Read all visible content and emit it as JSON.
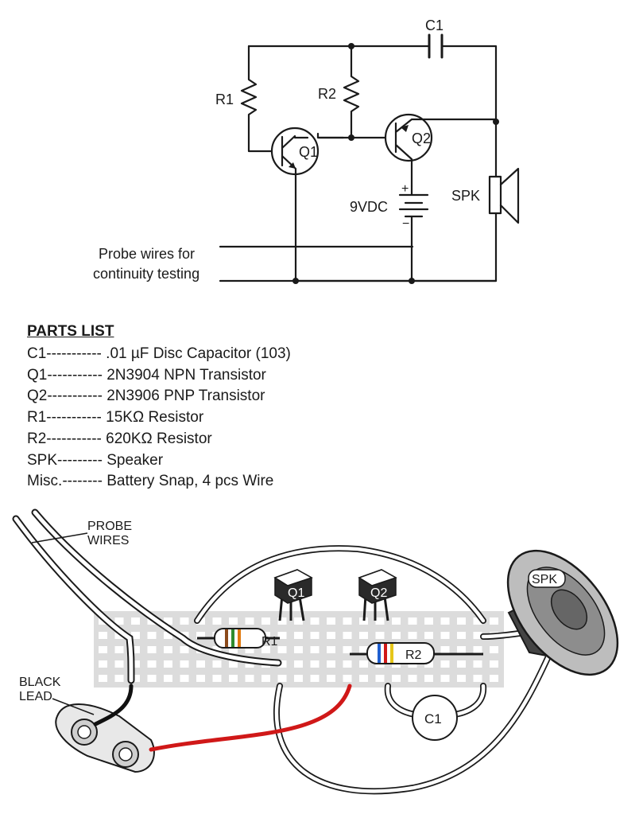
{
  "schematic": {
    "labels": {
      "c1": "C1",
      "r1": "R1",
      "r2": "R2",
      "q1": "Q1",
      "q2": "Q2",
      "battery": "9VDC",
      "spk": "SPK",
      "plus": "+",
      "minus": "−"
    },
    "probe_line1": "Probe wires for",
    "probe_line2": "continuity testing"
  },
  "parts_list": {
    "title": "PARTS LIST",
    "rows": [
      {
        "ref": "C1-----------",
        "desc": ".01 µF Disc Capacitor (103)"
      },
      {
        "ref": "Q1-----------",
        "desc": "2N3904 NPN Transistor"
      },
      {
        "ref": "Q2-----------",
        "desc": "2N3906 PNP Transistor"
      },
      {
        "ref": "R1-----------",
        "desc": "15KΩ Resistor"
      },
      {
        "ref": "R2-----------",
        "desc": "620KΩ Resistor"
      },
      {
        "ref": "SPK---------",
        "desc": "Speaker"
      },
      {
        "ref": "Misc.--------",
        "desc": "Battery Snap, 4 pcs Wire"
      }
    ]
  },
  "breadboard": {
    "labels": {
      "probe_line1": "PROBE",
      "probe_line2": "WIRES",
      "black_line1": "BLACK",
      "black_line2": "LEAD",
      "q1": "Q1",
      "q2": "Q2",
      "r1": "R1",
      "r2": "R2",
      "c1": "C1",
      "spk": "SPK"
    },
    "colors": {
      "black_lead": "#111111",
      "red_lead": "#d01818",
      "board": "#dcdcdc",
      "hole": "#ffffff",
      "wire": "#ffffff"
    }
  }
}
